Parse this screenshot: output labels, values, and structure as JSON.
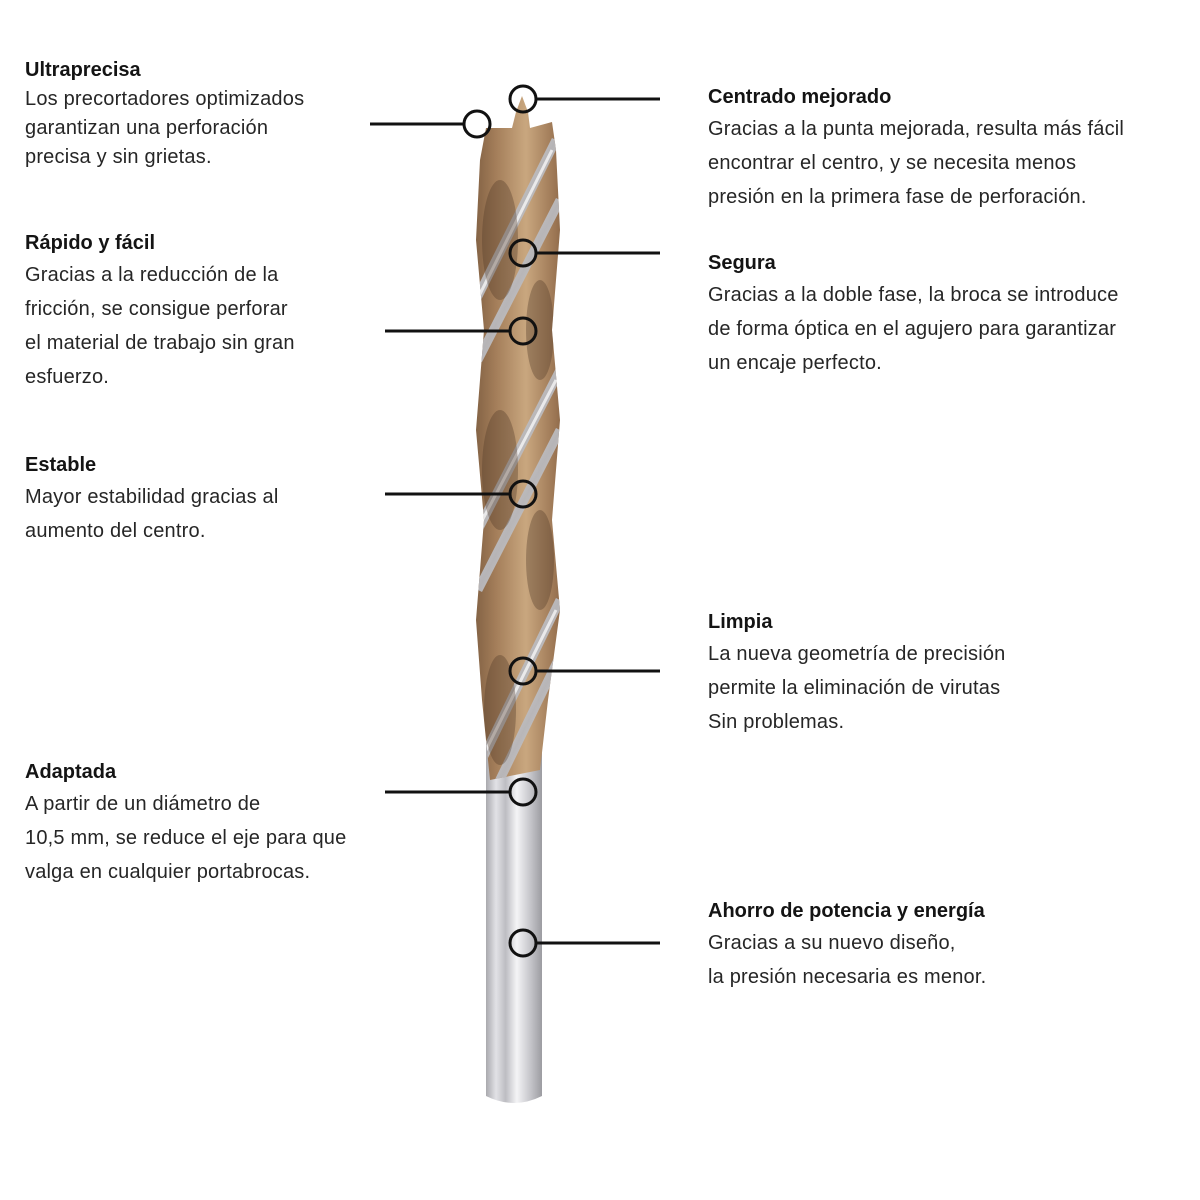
{
  "diagram": {
    "subject": "twist drill bit (broca)",
    "colors": {
      "flute_bronze": "#a47e5a",
      "flute_dark": "#6b4e35",
      "steel_shank": "#c9c9cd",
      "callout_line": "#111111",
      "text": "#262626"
    }
  },
  "features_left": [
    {
      "title": "Ultraprecisa",
      "lines": [
        "Los precortadores optimizados",
        "garantizan una perforación",
        "precisa y sin grietas."
      ]
    },
    {
      "title": "Rápido y fácil",
      "lines": [
        "Gracias a la reducción de la",
        "fricción, se consigue perforar",
        "el material de trabajo sin gran",
        "esfuerzo."
      ]
    },
    {
      "title": "Estable",
      "lines": [
        "Mayor estabilidad gracias al",
        "aumento del centro."
      ]
    },
    {
      "title": "Adaptada",
      "lines": [
        "A partir de un diámetro de",
        "10,5 mm, se reduce el eje para que",
        "valga en cualquier portabrocas."
      ]
    }
  ],
  "features_right": [
    {
      "title": "Centrado mejorado",
      "lines": [
        "Gracias a la punta mejorada, resulta más fácil",
        "encontrar el centro, y se necesita menos",
        "presión en la primera fase de perforación."
      ]
    },
    {
      "title": "Segura",
      "lines": [
        "Gracias a la doble fase, la broca se introduce",
        "de forma óptica en el agujero para garantizar",
        "un encaje perfecto."
      ]
    },
    {
      "title": "Limpia",
      "lines": [
        "La nueva geometría de precisión",
        "permite la eliminación de virutas",
        "Sin problemas."
      ]
    },
    {
      "title": "Ahorro de potencia y energía",
      "lines": [
        "Gracias a su nuevo diseño,",
        "la presión necesaria es menor."
      ]
    }
  ]
}
